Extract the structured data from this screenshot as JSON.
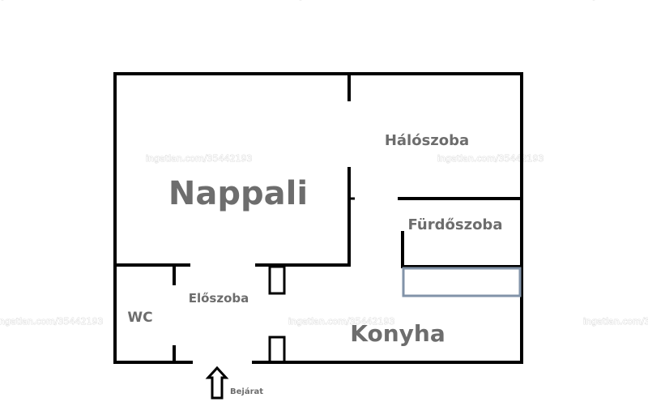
{
  "rooms": {
    "nappali": "Nappali",
    "haloszoba": "Hálószoba",
    "furdoszoba": "Fürdőszoba",
    "eloszoba": "Előszoba",
    "wc": "WC",
    "konyha": "Konyha"
  },
  "entrance": {
    "label": "Bejárat",
    "icon": "up-arrow-icon"
  },
  "watermark": "ingatlan.com/35442193",
  "colors": {
    "wall": "#000000",
    "label": "#6d6d6d",
    "counter": "#8293a8"
  }
}
